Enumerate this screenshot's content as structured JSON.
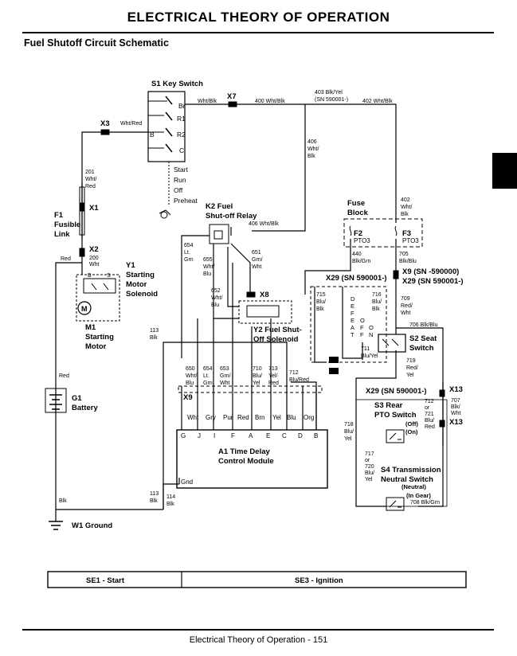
{
  "page": {
    "header": "ELECTRICAL   THEORY OF OPERATION",
    "subtitle": "Fuel Shutoff Circuit Schematic",
    "footer": "Electrical   Theory of Operation  - 151"
  },
  "legend": {
    "se1": "SE1 - Start",
    "se3": "SE3 - Ignition"
  },
  "components": {
    "s1": "S1 Key Switch",
    "s1_terms": {
      "br": "Br",
      "r1": "R1",
      "r2": "R2",
      "c": "C",
      "b": "B"
    },
    "s1_positions": [
      "Start",
      "Run",
      "Off",
      "Preheat"
    ],
    "x7": "X7",
    "x3": "X3",
    "x1": "X1",
    "x2": "X2",
    "f1": [
      "F1",
      "Fusible",
      "Link"
    ],
    "y1": [
      "Y1",
      "Starting",
      "Motor",
      "Solenoid"
    ],
    "y1_terms": {
      "b": "B",
      "s": "S"
    },
    "m1": [
      "M1",
      "Starting",
      "Motor"
    ],
    "m1_symbol": "M",
    "g1": [
      "G1",
      "Battery"
    ],
    "w1": "W1 Ground",
    "k2": [
      "K2 Fuel",
      "Shut-off Relay"
    ],
    "x8": "X8",
    "y2": [
      "Y2 Fuel Shut-",
      "Off Solenoid"
    ],
    "fuse_block": [
      "Fuse",
      "Block"
    ],
    "f2": [
      "F2",
      "PTO3"
    ],
    "f3": [
      "F3",
      "PTO3"
    ],
    "x29_left": "X29 (SN 590001-)",
    "x9_right": [
      "X9 (SN -590000)",
      "X29 (SN 590001-)"
    ],
    "x29_lower": "X29 (SN 590001-)",
    "s2": [
      "S2 Seat",
      "Switch"
    ],
    "s2_letters": [
      "D",
      "E",
      "F",
      "E",
      "A",
      "T"
    ],
    "s2_on": [
      "O",
      "F",
      "F"
    ],
    "s2_on2": [
      "O",
      "N"
    ],
    "x13a": "X13",
    "x13b": "X13",
    "s3": [
      "S3 Rear",
      "PTO Switch"
    ],
    "s3_states": [
      "(Off)",
      "(On)"
    ],
    "s4": [
      "S4 Transmission",
      "Neutral Switch"
    ],
    "s4_states": [
      "(Neutral)",
      "(In Gear)"
    ],
    "x9": "X9",
    "a1": [
      "A1 Time Delay",
      "Control Module"
    ],
    "a1_pins": [
      "G",
      "J",
      "I",
      "F",
      "A",
      "E",
      "C",
      "D",
      "B"
    ],
    "a1_colors": [
      "Wht",
      "Gry",
      "Pur",
      "Red",
      "Brn",
      "Yel",
      "Blu",
      "Org"
    ],
    "a1_gnd": "Gnd"
  },
  "wires": {
    "w400": "400 Wht/Blk",
    "w403": [
      "403 Blk/Yel",
      "(SN 590001-)"
    ],
    "w402a": "402 Wht/Blk",
    "w406": [
      "406",
      "Wht/",
      "Blk"
    ],
    "w402b": [
      "402",
      "Wht/",
      "Blk"
    ],
    "whtblk_s1": "Wht/Blk",
    "whtred_x3": "Wht/Red",
    "w201": [
      "201",
      "Wht/",
      "Red"
    ],
    "w200": [
      "200",
      "Wht"
    ],
    "red_y1": "Red",
    "red_g1": "Red",
    "w406k2": "406 Wht/Blk",
    "w654": [
      "654",
      "Lt.",
      "Grn"
    ],
    "w655": [
      "655",
      "Wht/",
      "Blu"
    ],
    "w651": [
      "651",
      "Grn/",
      "Wht"
    ],
    "w652": [
      "652",
      "Wht/",
      "Blu"
    ],
    "w440": [
      "440",
      "Blk/Grn"
    ],
    "w705": [
      "705",
      "Blk/Blu"
    ],
    "w709": [
      "709",
      "Red/",
      "Wht"
    ],
    "w715": [
      "715",
      "Blu/",
      "Blk"
    ],
    "w716": [
      "716",
      "Blu/",
      "Blk"
    ],
    "w711": [
      "711",
      "Blu/Yel"
    ],
    "w706": "706 Blk/Blu",
    "w719": [
      "719",
      "Red/",
      "Yel"
    ],
    "w113a": [
      "113",
      "Blk"
    ],
    "w650": [
      "650",
      "Wht/",
      "Blu"
    ],
    "w654b": [
      "654",
      "Lt.",
      "Grn"
    ],
    "w653": [
      "653",
      "Grn/",
      "Wht"
    ],
    "w710": [
      "710",
      "Blu/",
      "Yel"
    ],
    "w713": [
      "713",
      "Yel/",
      "Red"
    ],
    "w712": [
      "712",
      "Blu/Red"
    ],
    "w712r": [
      "712",
      "or",
      "721",
      "Blu/",
      "Red"
    ],
    "w707": [
      "707",
      "Blk/",
      "Wht"
    ],
    "w718": [
      "718",
      "Blu/",
      "Yel"
    ],
    "w717": [
      "717",
      "or",
      "720",
      "Blu/",
      "Yel"
    ],
    "w708": "708 Blk/Grn",
    "w113b": [
      "113",
      "Blk"
    ],
    "w114": [
      "114",
      "Blk"
    ],
    "blk_g": "Blk"
  },
  "colors": {
    "line": "#000000",
    "background": "#ffffff"
  }
}
